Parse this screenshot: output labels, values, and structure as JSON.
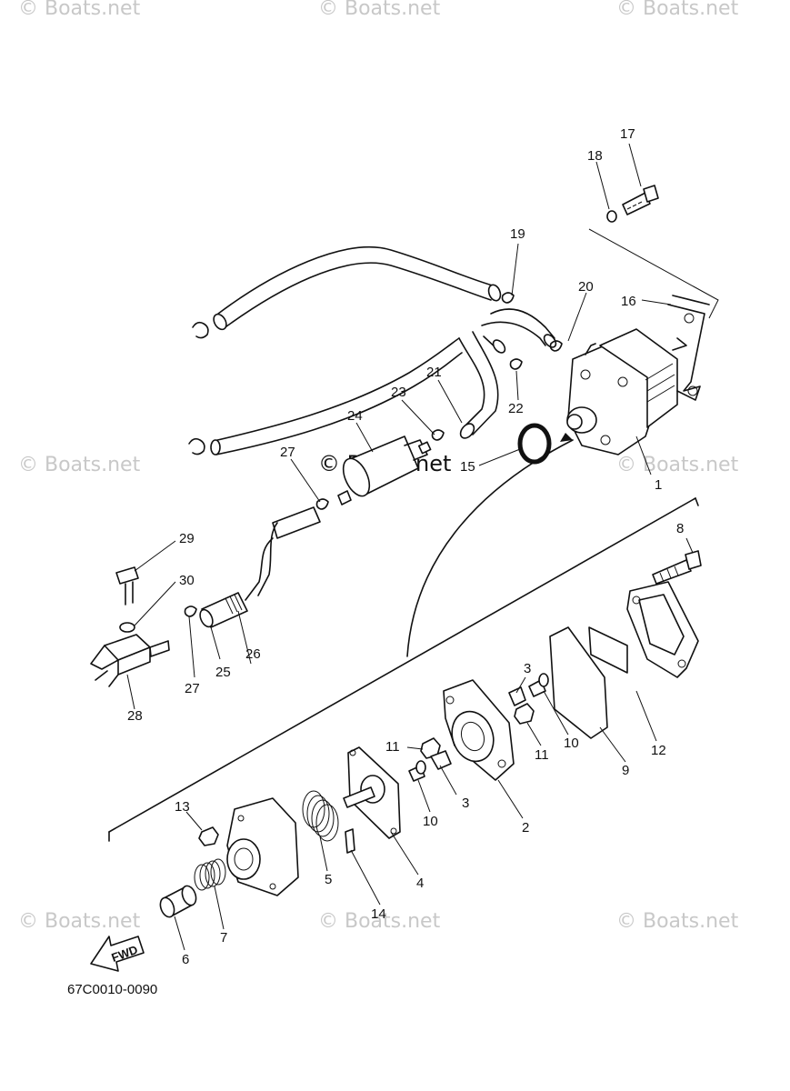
{
  "watermarks": {
    "top_left": "© Boats.net",
    "top_center": "© Boats.net",
    "top_right": "© Boats.net",
    "mid_left": "© Boats.net",
    "mid_center": "© Boats.net",
    "mid_right": "© Boats.net",
    "bot_left": "© Boats.net",
    "bot_center": "© Boats.net",
    "bot_right": "© Boats.net"
  },
  "diagram_code": "67C0010-0090",
  "fwd_label": "FWD",
  "callouts": {
    "c1": "1",
    "c2": "2",
    "c3a": "3",
    "c3b": "3",
    "c4": "4",
    "c5": "5",
    "c6": "6",
    "c7": "7",
    "c8": "8",
    "c9": "9",
    "c10a": "10",
    "c10b": "10",
    "c11a": "11",
    "c11b": "11",
    "c12": "12",
    "c13": "13",
    "c14": "14",
    "c15": "15",
    "c16": "16",
    "c17": "17",
    "c18": "18",
    "c19": "19",
    "c20": "20",
    "c21": "21",
    "c22": "22",
    "c23": "23",
    "c24": "24",
    "c25": "25",
    "c26": "26",
    "c27a": "27",
    "c27b": "27",
    "c28": "28",
    "c29": "29",
    "c30": "30"
  }
}
